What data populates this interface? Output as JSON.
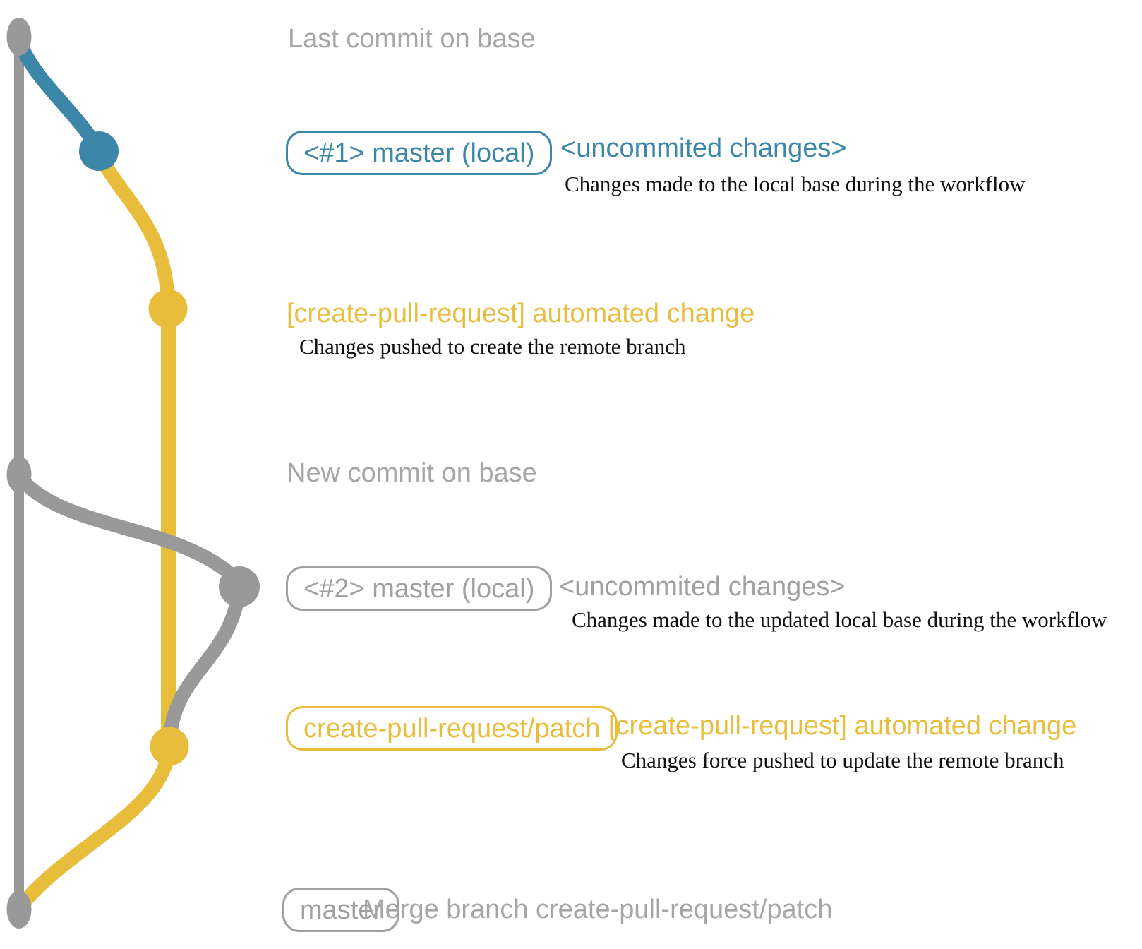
{
  "colors": {
    "base_gray": "#999999",
    "local_blue": "#3c86a8",
    "remote_yellow": "#e8bd3c",
    "badge_gray": "#a0a0a0",
    "label_gray": "#a6a6a6",
    "desc_black": "#111111"
  },
  "graph": {
    "branches": [
      {
        "name": "base",
        "color": "#999999"
      },
      {
        "name": "master (local)",
        "color": "#3c86a8"
      },
      {
        "name": "create-pull-request/patch",
        "color": "#e8bd3c"
      }
    ],
    "nodes": [
      {
        "name": "base-last-commit",
        "color": "gray"
      },
      {
        "name": "local-uncommitted-changes-1",
        "color": "blue"
      },
      {
        "name": "remote-patch-commit-1",
        "color": "yellow"
      },
      {
        "name": "base-new-commit",
        "color": "gray"
      },
      {
        "name": "local-uncommitted-changes-2",
        "color": "gray"
      },
      {
        "name": "remote-patch-commit-2",
        "color": "yellow"
      },
      {
        "name": "merge-commit",
        "color": "gray"
      }
    ]
  },
  "rows": {
    "last_commit": {
      "label": "Last commit on base"
    },
    "commit1": {
      "badge": "<#1> master (local)",
      "note": "<uncommited changes>",
      "desc": "Changes made to the local base during the workflow"
    },
    "auto_change_1": {
      "label": "[create-pull-request] automated change",
      "desc": "Changes pushed to create the remote branch"
    },
    "new_commit": {
      "label": "New commit on base"
    },
    "commit2": {
      "badge": "<#2> master (local)",
      "note": "<uncommited changes>",
      "desc": "Changes made to the updated local base during the workflow"
    },
    "auto_change_2": {
      "badge": "create-pull-request/patch",
      "label": "[create-pull-request] automated change",
      "desc": "Changes force pushed to update the remote branch"
    },
    "merge": {
      "badge": "master",
      "label": "Merge branch create-pull-request/patch"
    }
  }
}
